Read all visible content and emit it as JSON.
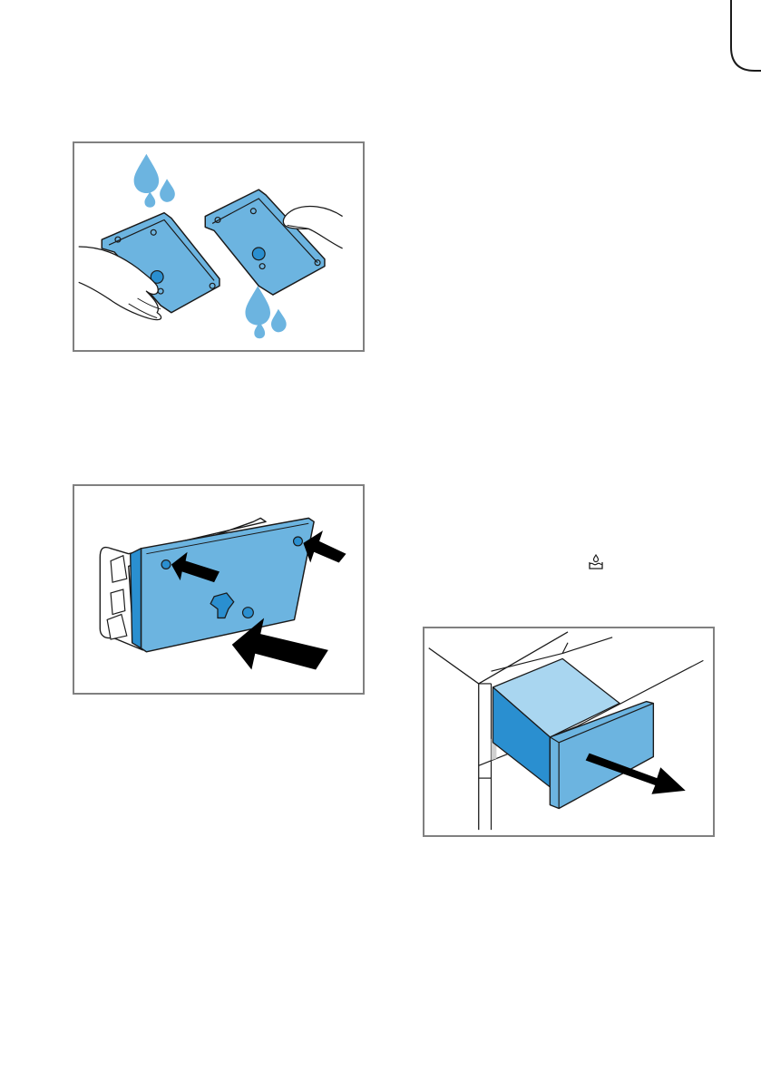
{
  "page": {
    "tab_marker": "page-tab-corner"
  },
  "figures": [
    {
      "id": "fig1",
      "icon": "water-drops-rinse-filters-illustration"
    },
    {
      "id": "fig2",
      "icon": "insert-filter-arrows-illustration"
    },
    {
      "id": "fig3",
      "icon": "pull-out-drawer-illustration"
    }
  ],
  "inline_symbols": [
    {
      "icon": "water-container-icon"
    }
  ],
  "colors": {
    "blue_main": "#6cb4e0",
    "blue_dark": "#2a8fd0",
    "blue_light": "#a9d6f0",
    "border": "#808080",
    "ink": "#1a1a1a"
  }
}
